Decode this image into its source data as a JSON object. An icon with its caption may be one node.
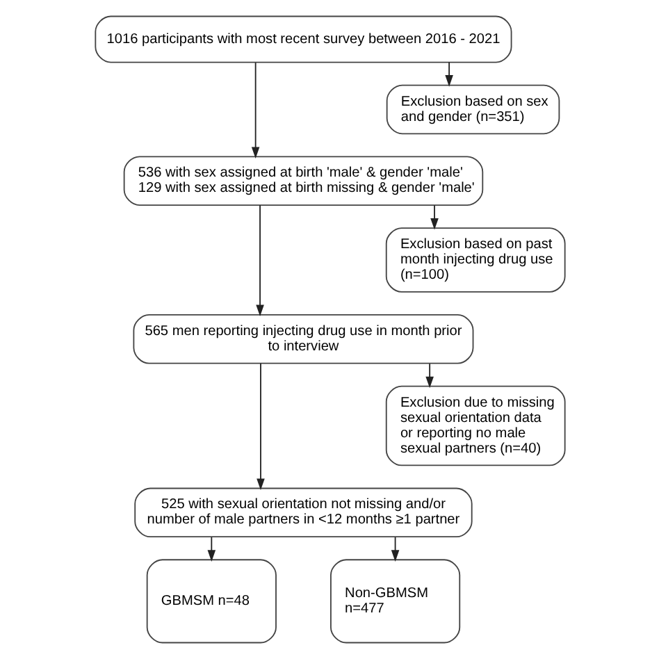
{
  "diagram": {
    "nodes": [
      {
        "text": [
          "1016 participants with most recent survey between 2016 - 2021"
        ]
      },
      {
        "text": [
          "Exclusion based on sex and gender (n=351)"
        ]
      },
      {
        "text": [
          "536 with sex assigned at birth 'male' & gender 'male'",
          "129 with sex assigned at birth missing & gender 'male'"
        ]
      },
      {
        "text": [
          "Exclusion based on past month injecting drug use (n=100)"
        ]
      },
      {
        "text": [
          "565 men reporting injecting drug use in month prior to interview"
        ]
      },
      {
        "text": [
          "Exclusion due to missing sexual orientation data or reporting no male sexual partners (n=40)"
        ]
      },
      {
        "text": [
          "525 with sexual orientation not missing and/or number of male partners in <12 months ≥1 partner"
        ]
      },
      {
        "text": [
          "GBMSM n=48"
        ]
      },
      {
        "text": [
          "Non-GBMSM n=477"
        ]
      }
    ],
    "edges": [
      {
        "from": 0,
        "to": 2,
        "arrow": "to"
      },
      {
        "from": 0,
        "to": 1,
        "arrow": "to"
      },
      {
        "from": 2,
        "to": 4,
        "arrow": "to"
      },
      {
        "from": 2,
        "to": 3,
        "arrow": "to"
      },
      {
        "from": 4,
        "to": 6,
        "arrow": "to"
      },
      {
        "from": 4,
        "to": 5,
        "arrow": "to"
      },
      {
        "from": 6,
        "to": 7,
        "arrow": "to"
      },
      {
        "from": 6,
        "to": 8,
        "arrow": "to"
      }
    ]
  }
}
